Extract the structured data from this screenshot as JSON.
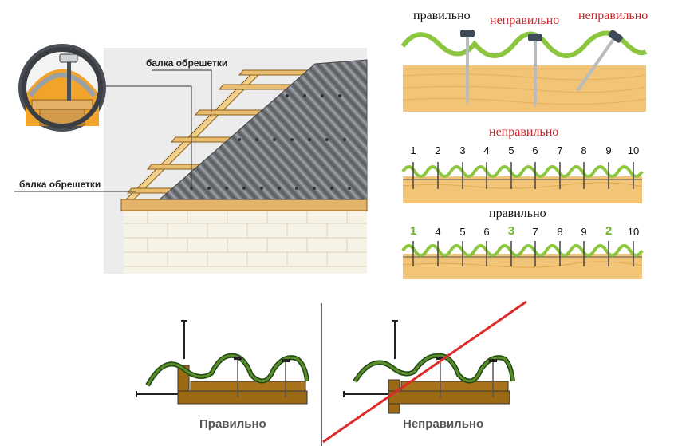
{
  "roof_diagram": {
    "label_top": "балка обрешетки",
    "label_left": "балка обрешетки"
  },
  "nail_angle_panel": {
    "correct": "правильно",
    "wrong_1": "неправильно",
    "wrong_2": "неправильно"
  },
  "sequence_wrong": {
    "title": "неправильно",
    "numbers": [
      "1",
      "2",
      "3",
      "4",
      "5",
      "6",
      "7",
      "8",
      "9",
      "10"
    ]
  },
  "sequence_right": {
    "title": "правильно",
    "numbers": [
      {
        "text": "1",
        "highlight": true
      },
      {
        "text": "4",
        "highlight": false
      },
      {
        "text": "5",
        "highlight": false
      },
      {
        "text": "6",
        "highlight": false
      },
      {
        "text": "3",
        "highlight": true
      },
      {
        "text": "7",
        "highlight": false
      },
      {
        "text": "8",
        "highlight": false
      },
      {
        "text": "9",
        "highlight": false
      },
      {
        "text": "2",
        "highlight": true
      },
      {
        "text": "10",
        "highlight": false
      }
    ]
  },
  "bottom": {
    "correct_caption": "Правильно",
    "wrong_caption": "Неправильно"
  },
  "colors": {
    "red": "#c8262c",
    "green": "#6cb52d",
    "wood": "#f2c477",
    "batten_brown": "#9b6a12",
    "slate": "#6f7378"
  }
}
